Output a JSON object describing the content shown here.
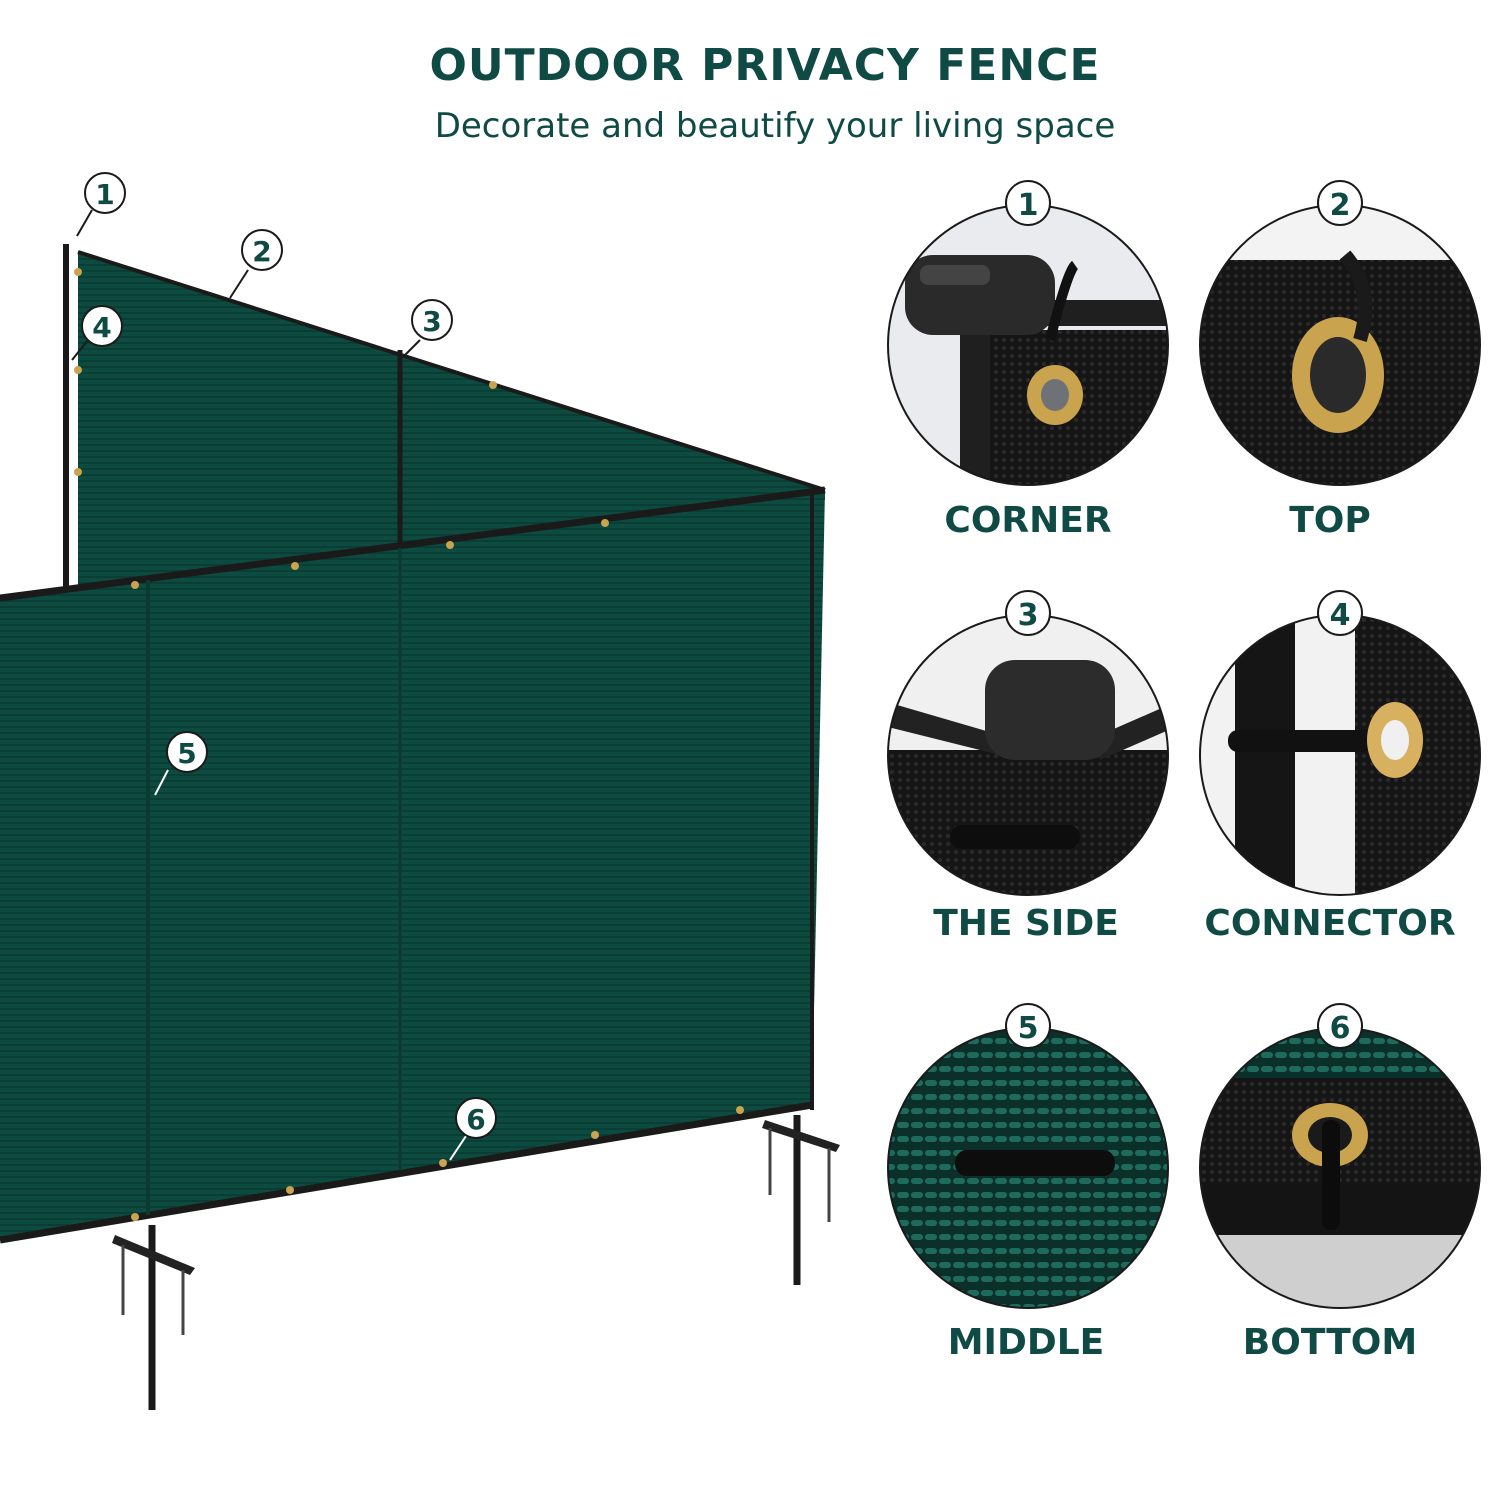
{
  "header": {
    "title": "OUTDOOR PRIVACY FENCE",
    "subtitle": "Decorate and beautify your living space"
  },
  "colors": {
    "text": "#0f4a45",
    "fence": "#0d4a3f",
    "frame": "#1a1a1a",
    "grommet": "#c9a34e"
  },
  "callouts": [
    "1",
    "2",
    "3",
    "4",
    "5",
    "6"
  ],
  "details": [
    {
      "number": "1",
      "label": "CORNER"
    },
    {
      "number": "2",
      "label": "TOP"
    },
    {
      "number": "3",
      "label": "THE SIDE"
    },
    {
      "number": "4",
      "label": "CONNECTOR"
    },
    {
      "number": "5",
      "label": "MIDDLE"
    },
    {
      "number": "6",
      "label": "BOTTOM"
    }
  ]
}
